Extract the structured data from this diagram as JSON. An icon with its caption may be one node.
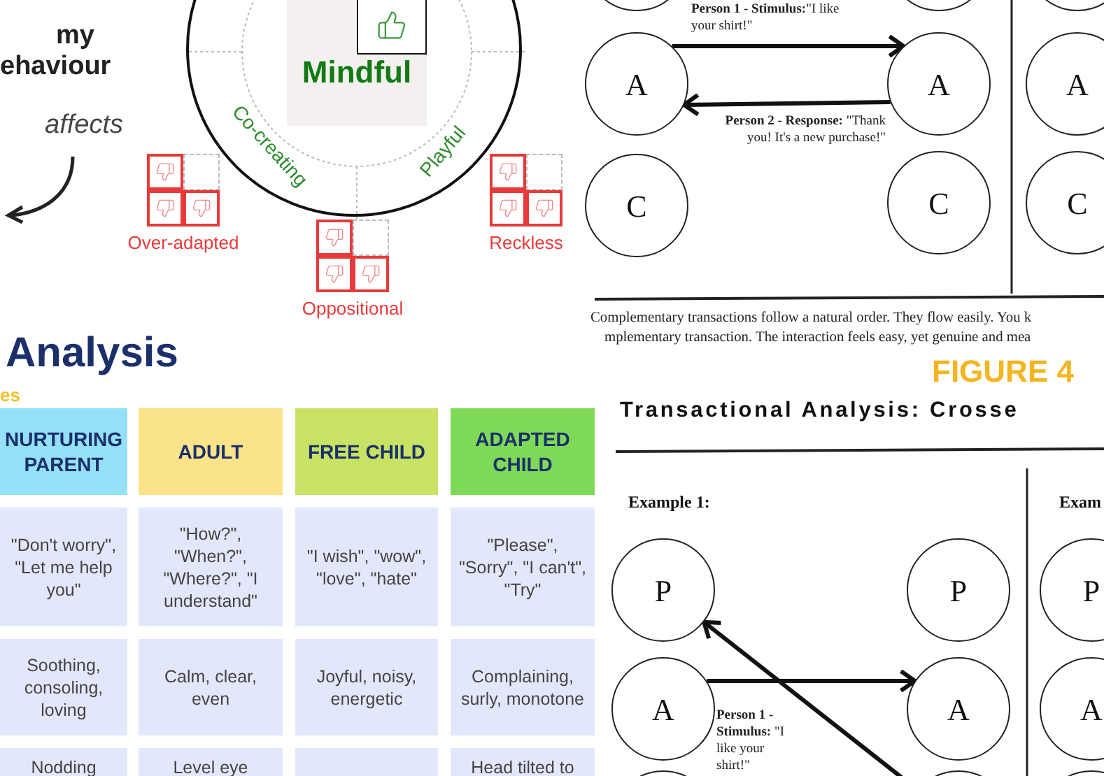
{
  "diagram": {
    "nodes": [
      {
        "text": [
          "Co-creating",
          "Playful"
        ]
      },
      {
        "text": [
          "Mindful"
        ],
        "in": 0
      },
      {
        "text": [
          "Over-adapted"
        ]
      },
      {
        "text": [
          "Oppositional"
        ]
      },
      {
        "text": [
          "Reckless"
        ]
      },
      {
        "text": [],
        "shape": "circle"
      },
      {
        "text": [],
        "shape": "circle"
      },
      {
        "text": [],
        "shape": "circle"
      },
      {
        "text": [
          "A"
        ]
      },
      {
        "text": [
          "A"
        ]
      },
      {
        "text": [
          "A"
        ]
      },
      {
        "text": [
          "C"
        ]
      },
      {
        "text": [
          "C"
        ]
      },
      {
        "text": [
          "C"
        ]
      },
      {
        "text": [
          "P"
        ]
      },
      {
        "text": [
          "P"
        ]
      },
      {
        "text": [
          "P"
        ]
      },
      {
        "text": [
          "A"
        ]
      },
      {
        "text": [
          "A"
        ]
      },
      {
        "text": [
          "A"
        ]
      },
      {
        "text": [],
        "shape": "circle"
      },
      {
        "text": [],
        "shape": "circle"
      },
      {
        "text": [],
        "shape": "circle"
      }
    ],
    "edges": [
      {
        "from": 8,
        "to": 9,
        "arrow": "to",
        "label": "**Person 1 - Stimulus:**\"I like your shirt!\""
      },
      {
        "from": 9,
        "to": 8,
        "arrow": "to",
        "label": "**Person 2 - Response:** \"Thank you! It's a new purchase!\""
      },
      {
        "from": 17,
        "to": 18,
        "arrow": "to",
        "label": "**Person 1 - Stimulus:** \"I like your shirt!\""
      },
      {
        "from": 21,
        "to": 14,
        "arrow": "to"
      }
    ],
    "labels": [
      "my",
      "ehaviour",
      "affects",
      "Complementary transactions follow a natural order. They flow easily. You k",
      "mplementary transaction.  The interaction feels easy, yet genuine and mea",
      "Analysis",
      "es",
      "NURTURING PARENT",
      "ADULT",
      "FREE CHILD",
      "ADAPTED CHILD",
      "\"Don't worry\", \"Let me help you\"",
      "\"How?\", \"When?\", \"Where?\", \"I understand\"",
      "\"I wish\", \"wow\", \"love\", \"hate\"",
      "\"Please\", \"Sorry\", \"I can't\", \"Try\"",
      "Soothing, consoling, loving",
      "Calm, clear, even",
      "Joyful, noisy, energetic",
      "Complaining, surly, monotone",
      "Nodding",
      "Level eye",
      "Head tilted to",
      "FIGURE 4",
      "Transactional Analysis: Crosse",
      "Example 1:",
      "Exam"
    ]
  }
}
